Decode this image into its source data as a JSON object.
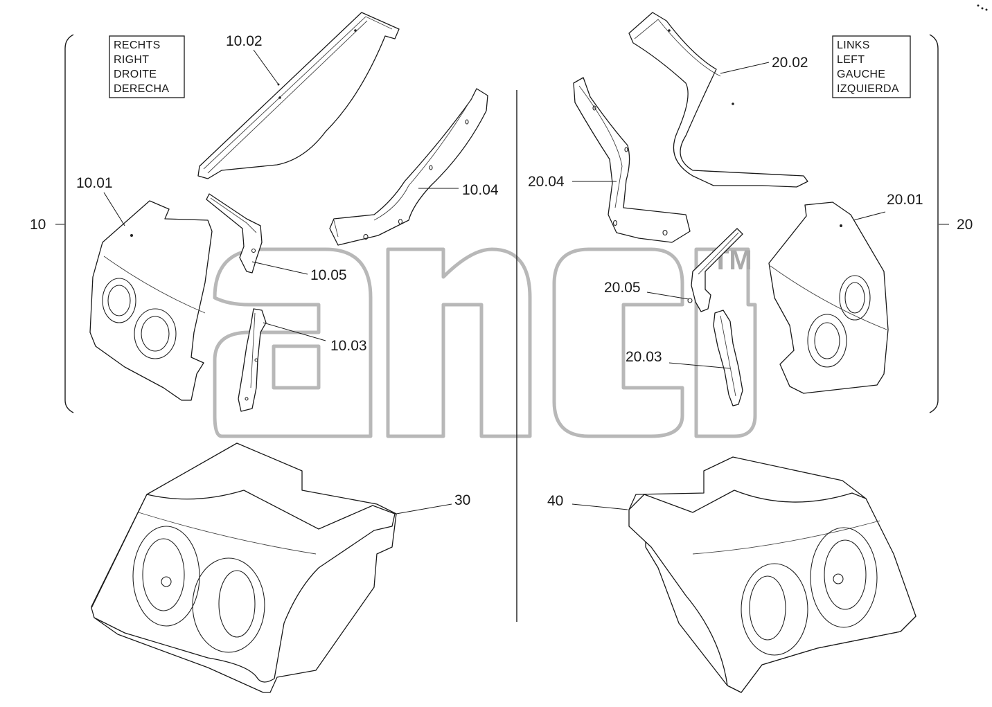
{
  "legend_right": [
    "RECHTS",
    "RIGHT",
    "DROITE",
    "DERECHA"
  ],
  "legend_left": [
    "LINKS",
    "LEFT",
    "GAUCHE",
    "IZQUIERDA"
  ],
  "group_labels": {
    "left_group": "10",
    "right_group": "20"
  },
  "part_labels": {
    "p1001": "10.01",
    "p1002": "10.02",
    "p1003": "10.03",
    "p1004": "10.04",
    "p1005": "10.05",
    "p2001": "20.01",
    "p2002": "20.02",
    "p2003": "20.03",
    "p2004": "20.04",
    "p2005": "20.05",
    "p30": "30",
    "p40": "40"
  },
  "watermark": {
    "tm": "TM"
  }
}
